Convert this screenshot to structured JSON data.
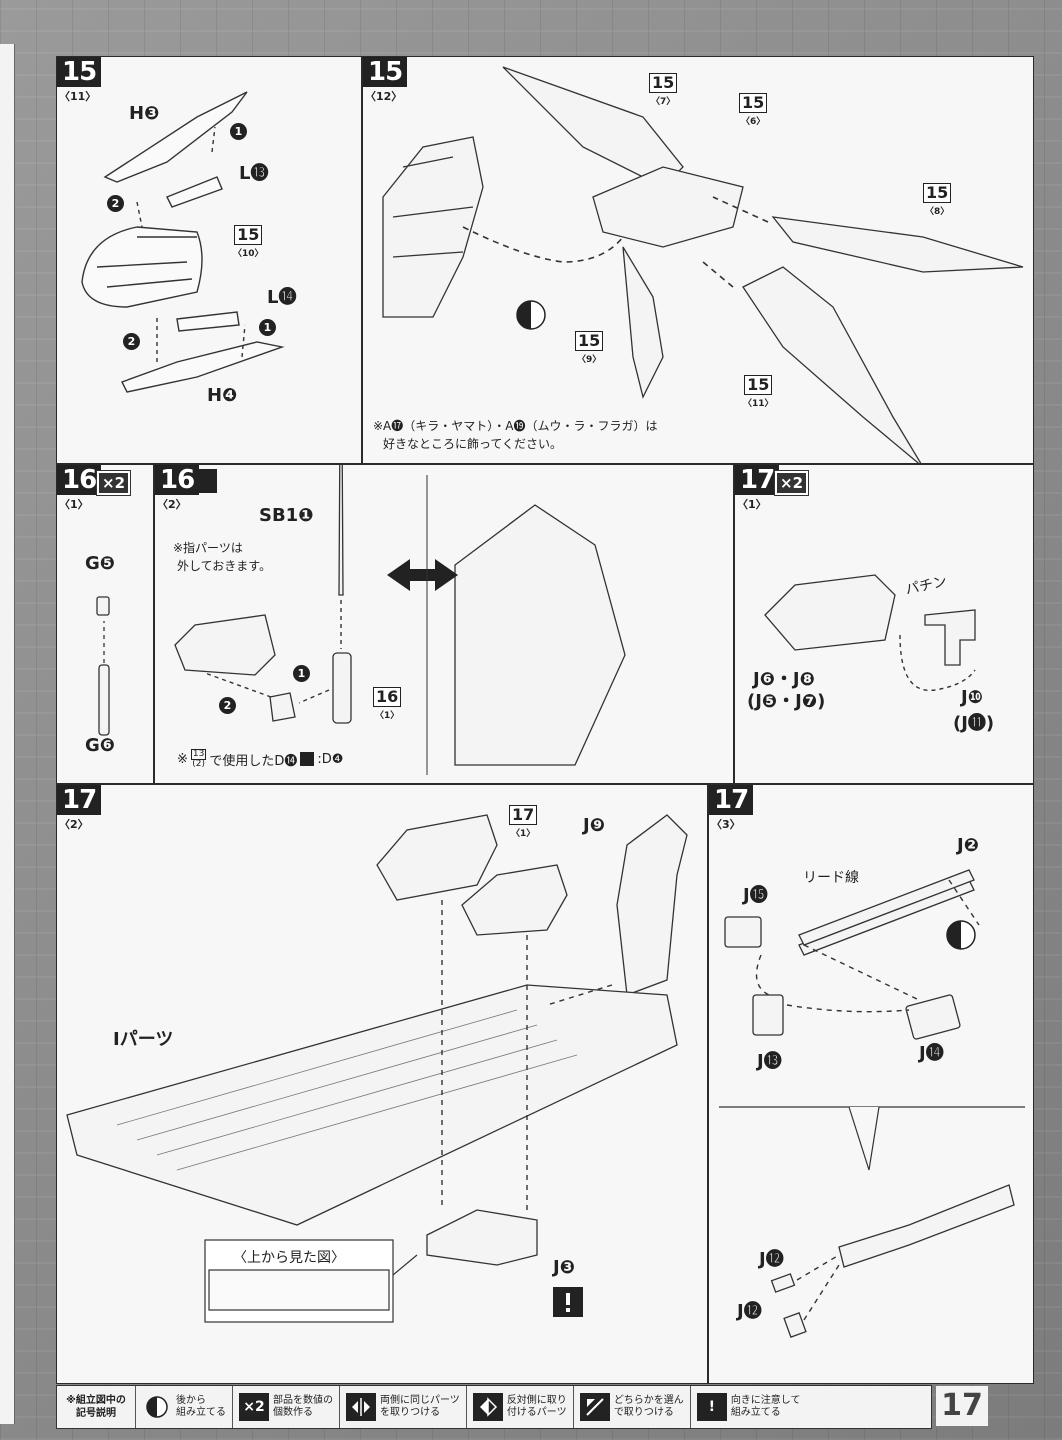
{
  "page_number": "17",
  "steps": {
    "s15_11": {
      "num": "15",
      "sub": "〈11〉",
      "labels": {
        "h3": "H❸",
        "l13": "L⓭",
        "l14": "L⓮",
        "h4": "H❹"
      },
      "ref": {
        "num": "15",
        "sub": "〈10〉"
      },
      "order": {
        "one_a": "1",
        "two_a": "2",
        "one_b": "1",
        "two_b": "2"
      }
    },
    "s15_12": {
      "num": "15",
      "sub": "〈12〉",
      "refs": [
        {
          "num": "15",
          "sub": "〈7〉"
        },
        {
          "num": "15",
          "sub": "〈6〉"
        },
        {
          "num": "15",
          "sub": "〈8〉"
        },
        {
          "num": "15",
          "sub": "〈9〉"
        },
        {
          "num": "15",
          "sub": "〈11〉"
        }
      ],
      "note_line1": "※A⓱（キラ・ヤマト）・A⓳（ムウ・ラ・フラガ）は",
      "note_line2": "好きなところに飾ってください。"
    },
    "s16_1": {
      "num": "16",
      "sub": "〈1〉",
      "mult": "×2",
      "labels": {
        "g5": "G❺",
        "g6": "G❻"
      }
    },
    "s16_2": {
      "num": "16",
      "sub": "〈2〉",
      "labels": {
        "sb1": "SB1❶"
      },
      "note_line1": "※指パーツは",
      "note_line2": "外しておきます。",
      "ref": {
        "num": "16",
        "sub": "〈1〉"
      },
      "bottom_note": {
        "prefix": "※",
        "ref_num": "13",
        "ref_sub": "(2)",
        "mid": "で使用したD⓮",
        "suffix": ":D❹"
      },
      "order": {
        "one": "1",
        "two": "2"
      }
    },
    "s17_1": {
      "num": "17",
      "sub": "〈1〉",
      "mult": "×2",
      "labels": {
        "j6j8": "J❻・J❽",
        "j5j7": "(J❺・J❼)",
        "j10": "J❿",
        "j11": "(J⓫)",
        "snap": "パチン"
      }
    },
    "s17_2": {
      "num": "17",
      "sub": "〈2〉",
      "labels": {
        "j9": "J❾",
        "i_parts": "Iパーツ",
        "j3": "J❸"
      },
      "ref": {
        "num": "17",
        "sub": "〈1〉"
      },
      "top_view": "〈上から見た図〉"
    },
    "s17_3": {
      "num": "17",
      "sub": "〈3〉",
      "labels": {
        "j2": "J❷",
        "lead_wire": "リード線",
        "j15": "J⓯",
        "j13": "J⓭",
        "j14": "J⓮",
        "j12a": "J⓬",
        "j12b": "J⓬"
      }
    }
  },
  "legend": {
    "title_line1": "※組立図中の",
    "title_line2": "記号説明",
    "items": [
      {
        "icon": "back-view-icon",
        "line1": "後から",
        "line2": "組み立てる"
      },
      {
        "icon": "multiply-2-icon",
        "badge": "×2",
        "line1": "部品を数値の",
        "line2": "個数作る"
      },
      {
        "icon": "both-sides-icon",
        "line1": "両側に同じパーツ",
        "line2": "を取りつける"
      },
      {
        "icon": "opposite-side-icon",
        "line1": "反対側に取り",
        "line2": "付けるパーツ"
      },
      {
        "icon": "choose-one-icon",
        "line1": "どちらかを選ん",
        "line2": "で取りつける"
      },
      {
        "icon": "orientation-warning-icon",
        "badge": "!",
        "line1": "向きに注意して",
        "line2": "組み立てる"
      }
    ]
  }
}
